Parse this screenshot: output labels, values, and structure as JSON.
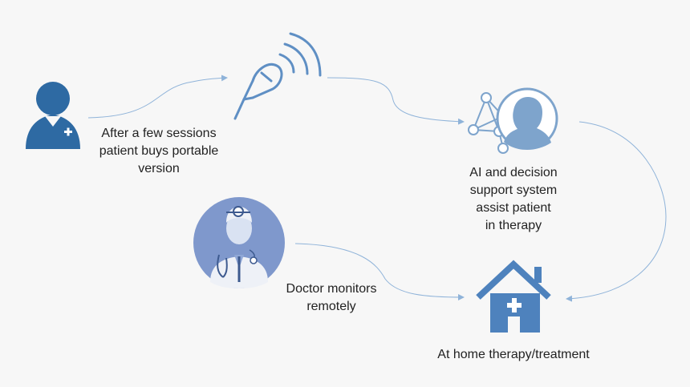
{
  "colors": {
    "connector": "#8fb3d9",
    "patient_icon": "#2e6aa3",
    "line_icon": "#5f8fc4",
    "ai_circle": "#7ea4cc",
    "doctor_bg": "#7f98cc",
    "home_icon": "#4e82bd",
    "background": "#f7f7f7"
  },
  "icons": {
    "patient": "nurse-person-icon",
    "device": "ultrasound-probe-icon",
    "ai": "ai-network-head-icon",
    "doctor": "doctor-avatar-icon",
    "home": "home-medical-icon"
  },
  "labels": {
    "patient": "After a few sessions\npatient buys portable\nversion",
    "ai": "AI and decision\nsupport system\nassist patient\nin therapy",
    "doctor": "Doctor monitors\nremotely",
    "home": "At home therapy/treatment"
  }
}
